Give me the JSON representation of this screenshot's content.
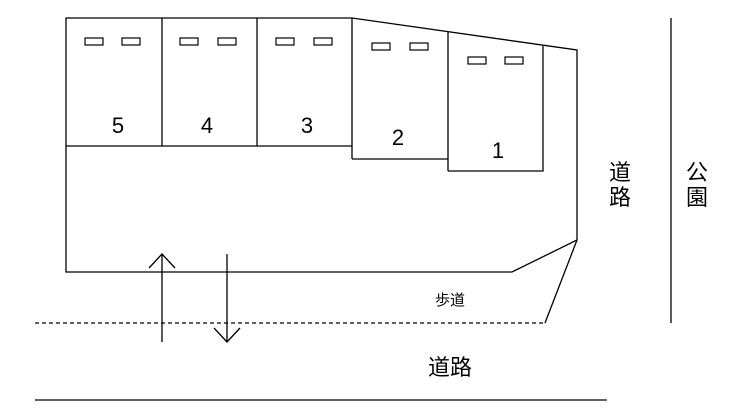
{
  "parking_spaces": [
    {
      "number": "5"
    },
    {
      "number": "4"
    },
    {
      "number": "3"
    },
    {
      "number": "2"
    },
    {
      "number": "1"
    }
  ],
  "labels": {
    "road_right": "道路",
    "park": "公園",
    "sidewalk": "歩道",
    "road_bottom": "道路"
  }
}
